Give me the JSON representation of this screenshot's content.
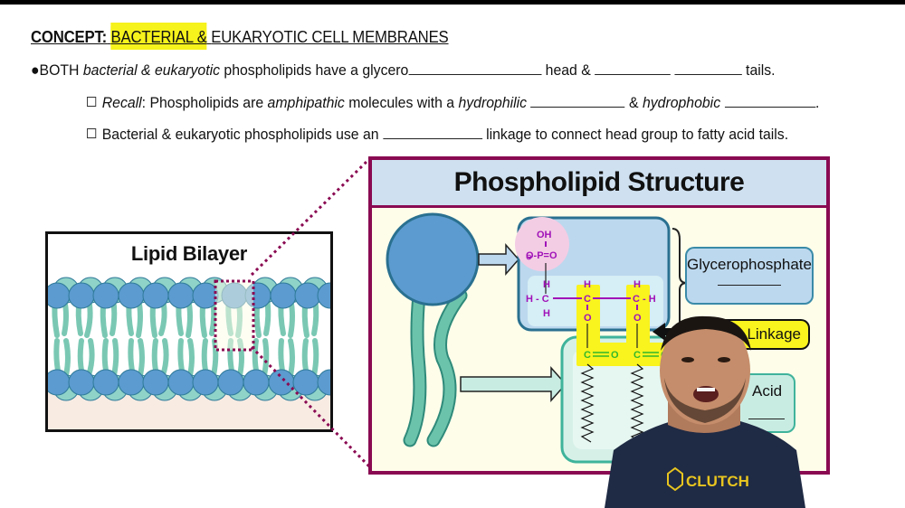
{
  "header": {
    "concept_label": "CONCEPT:",
    "concept_highlight": "BACTERIAL &",
    "concept_rest": "EUKARYOTIC CELL MEMBRANES"
  },
  "bullets": {
    "main": {
      "prefix": "●BOTH ",
      "italic1": "bacterial & eukaryotic",
      "text1": " phospholipids have a glycero",
      "text2": " head & ",
      "text3": " tails."
    },
    "recall": {
      "italic_label": "Recall",
      "text1": ": Phospholipids are ",
      "italic2": "amphipathic",
      "text2": " molecules with a ",
      "italic3": "hydrophilic",
      "text3": " & ",
      "italic4": "hydrophobic",
      "text4": "."
    },
    "linkage": {
      "text1": "Bacterial & eukaryotic phospholipids use an ",
      "text2": " linkage to connect head group to fatty acid tails."
    }
  },
  "bilayer_panel": {
    "title": "Lipid Bilayer",
    "colors": {
      "head": "#5b9bcf",
      "head_back": "#8fd3c8",
      "tail": "#6cc3ab",
      "floor": "#f7ebe2"
    }
  },
  "structure_panel": {
    "title": "Phospholipid Structure",
    "labels": {
      "glycerophosphate": "Glycerophosphate",
      "ester_linkage": "Ester Linkage",
      "ester_visible": "er Linkage",
      "fatty_acid": "Acid"
    },
    "molecule": {
      "oh": "OH",
      "phosphate": "O-P=O",
      "charge": "⊖",
      "h": "H",
      "hc": "H - C",
      "c": "C",
      "ch": "C - H",
      "o": "O",
      "carbonyl": "C══O"
    },
    "colors": {
      "border": "#8a0a52",
      "header": "#cfe1f1",
      "background": "#fdfdea",
      "highlight": "#f9f31e"
    }
  },
  "presenter": {
    "shirt_logo": "CLUTCH"
  }
}
